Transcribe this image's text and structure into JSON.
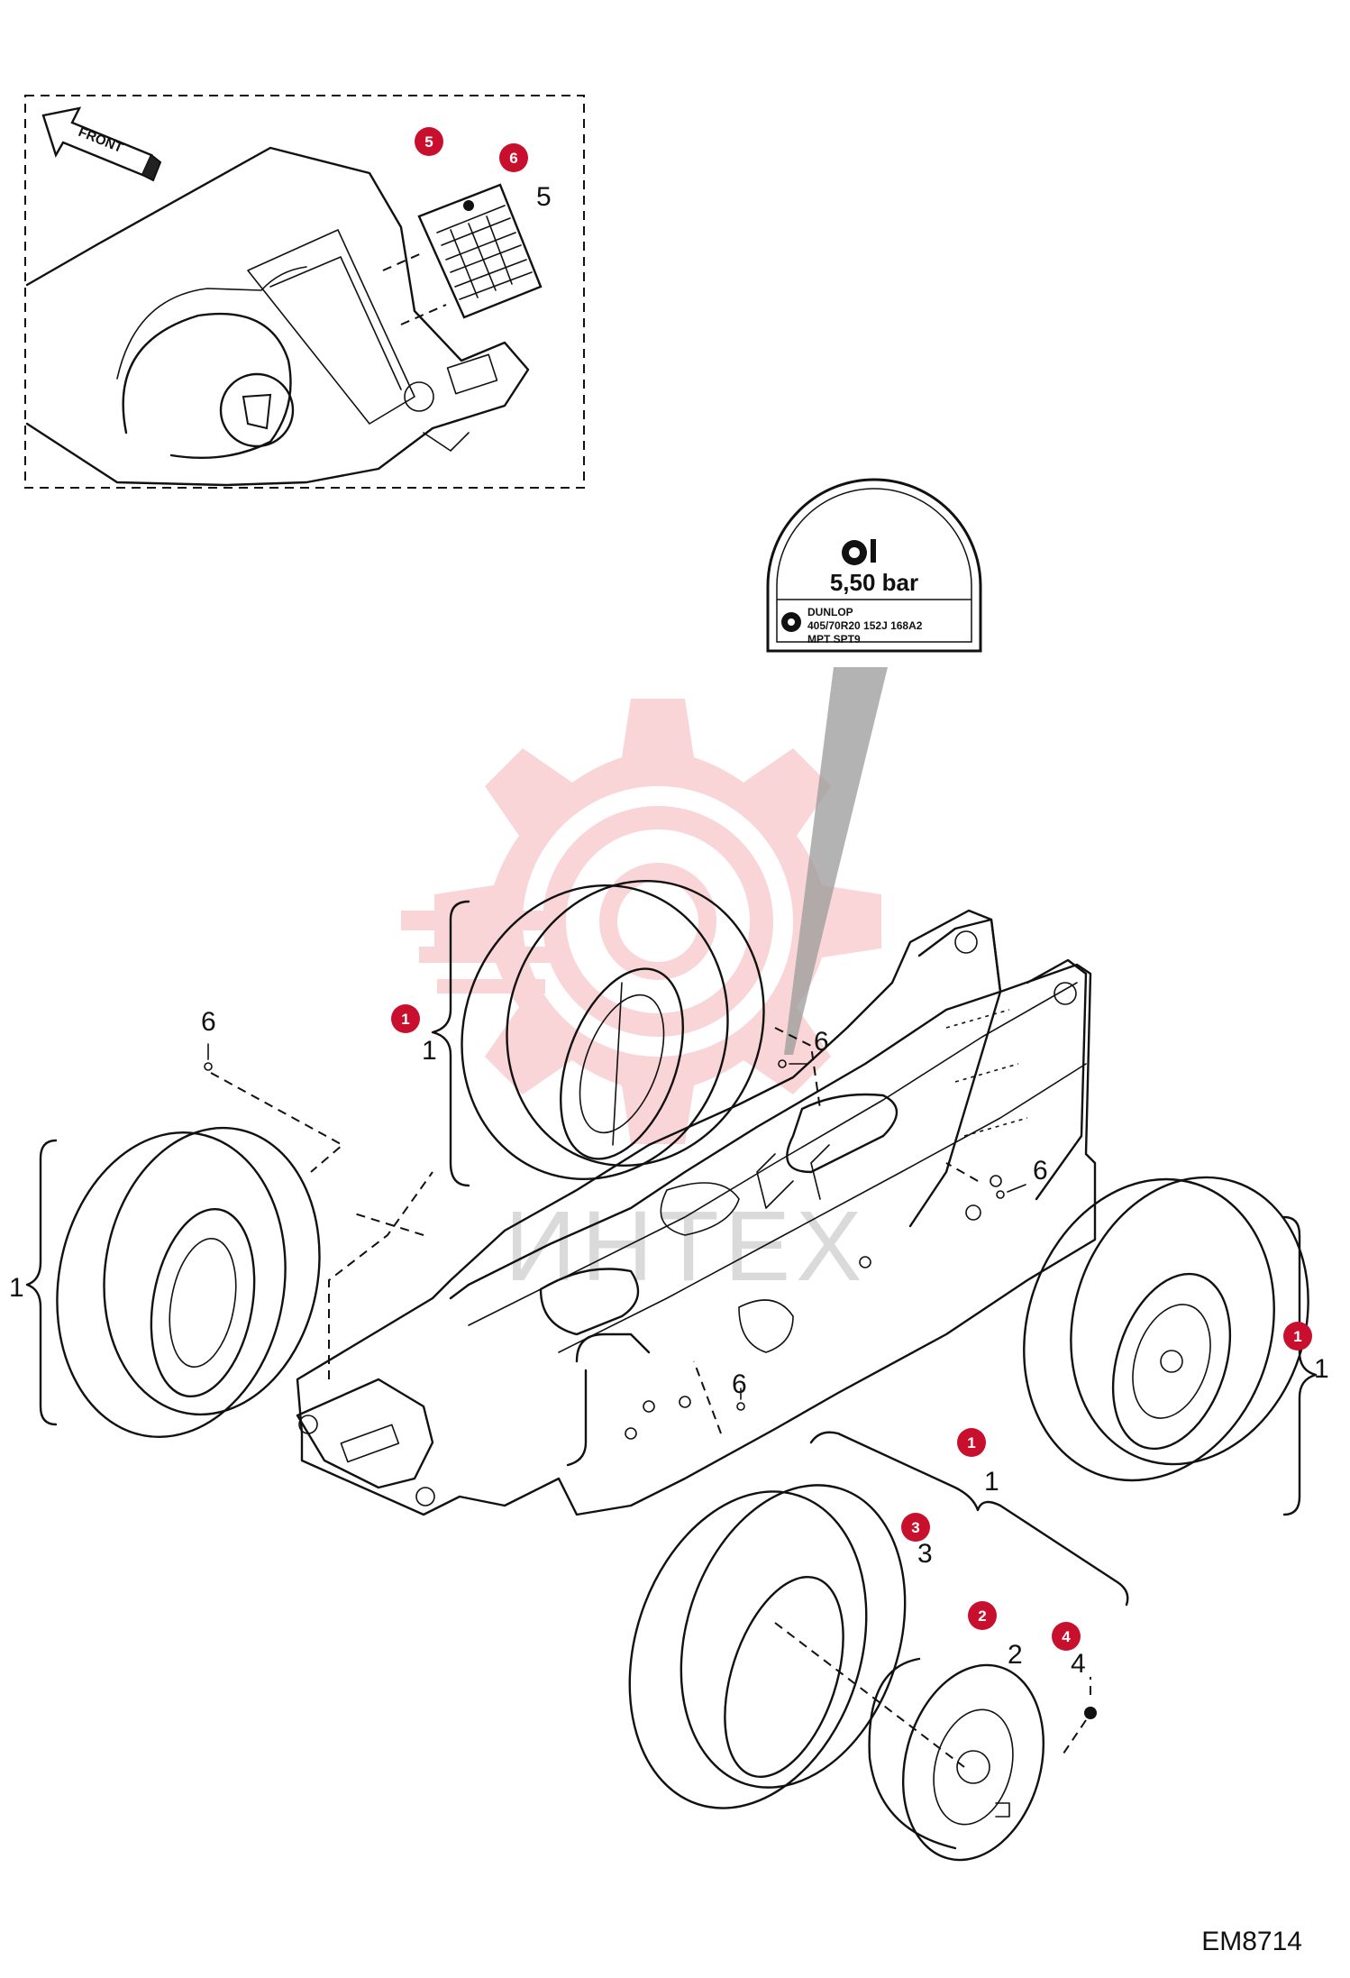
{
  "inset": {
    "front_arrow_label": "FRONT"
  },
  "decal": {
    "pressure": "5,50 bar",
    "line1": "DUNLOP",
    "line2": "405/70R20  152J  168A2",
    "line3": "MPT  SPT9"
  },
  "callouts": {
    "c1": "1",
    "c2": "2",
    "c3": "3",
    "c4": "4",
    "c5": "5",
    "c6": "6"
  },
  "badges": {
    "b1": "1",
    "b2": "2",
    "b3": "3",
    "b4": "4",
    "b5": "5",
    "b6": "6"
  },
  "watermark": {
    "text": "ИНТЕХ"
  },
  "drawing_code": "EM8714",
  "colors": {
    "badge": "#c8102e",
    "watermark_red": "#e8454f",
    "line": "#111111"
  }
}
